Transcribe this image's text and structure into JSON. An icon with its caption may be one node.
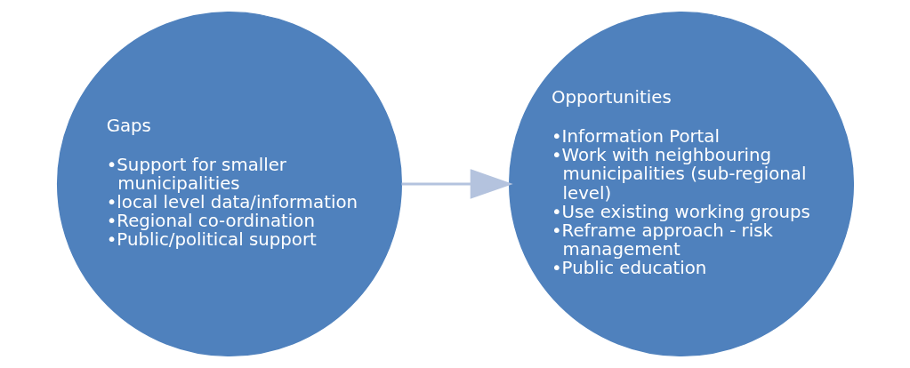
{
  "diagram": {
    "nodes": [
      {
        "text": [
          "Gaps",
          "•Support for smaller municipalities",
          "•local level data/information",
          "•Regional co-ordination",
          "•Public/political support"
        ]
      },
      {
        "text": [
          "Opportunities",
          "•Information Portal",
          "•Work with neighbouring municipalities (sub-regional level)",
          "•Use existing working groups",
          "•Reframe approach - risk management",
          "•Public education"
        ]
      }
    ],
    "edges": [
      {
        "from": 0,
        "to": 1,
        "arrow": "to",
        "color": "#b4c3de"
      }
    ]
  }
}
